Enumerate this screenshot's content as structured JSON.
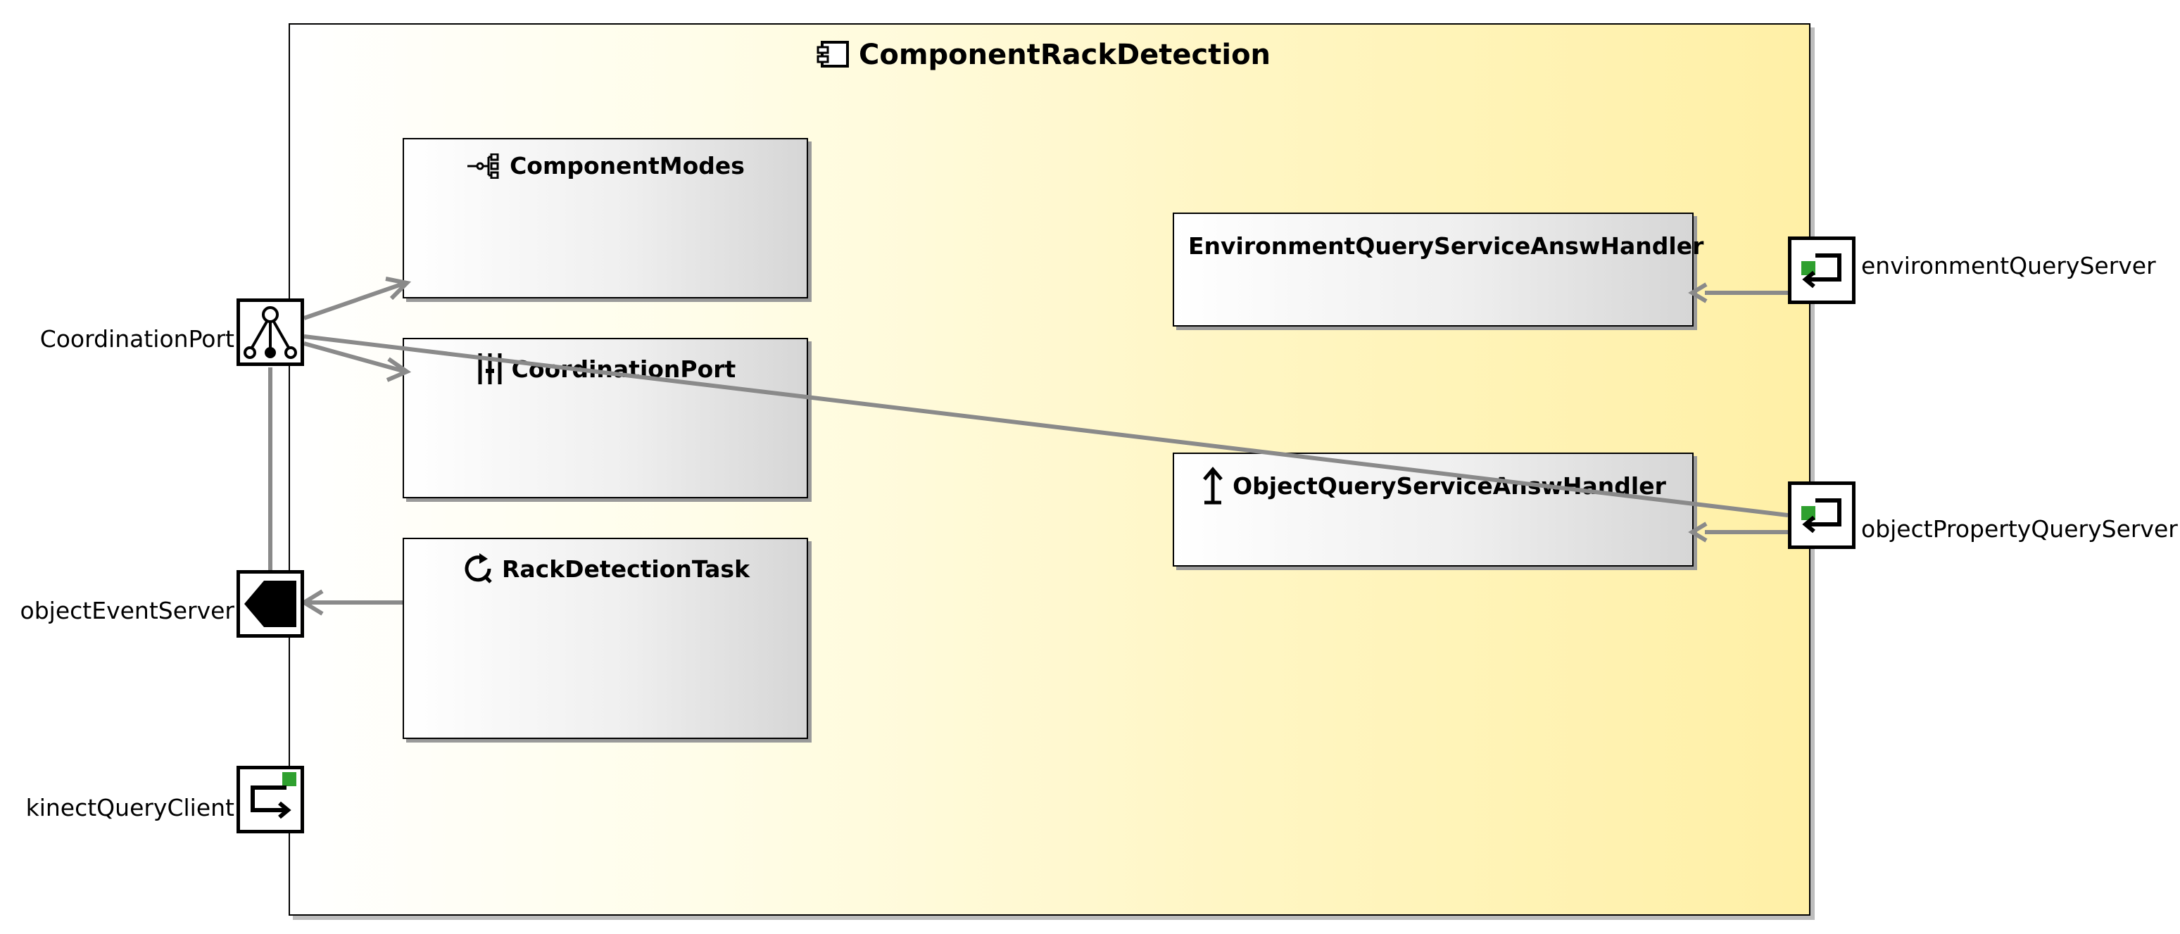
{
  "component": {
    "title": "ComponentRackDetection",
    "icon": "component-icon"
  },
  "boxes": {
    "component_modes": {
      "label": "ComponentModes",
      "icon": "modes-tree-icon"
    },
    "coordination_port_box": {
      "label": "CoordinationPort",
      "icon": "parameter-sliders-icon"
    },
    "rack_detection_task": {
      "label": "RackDetectionTask",
      "icon": "task-loop-icon"
    },
    "environment_handler": {
      "label": "EnvironmentQueryServiceAnswHandler",
      "icon": "handler-up-arrow-icon"
    },
    "object_handler": {
      "label": "ObjectQueryServiceAnswHandler",
      "icon": "handler-up-arrow-icon"
    }
  },
  "ports": {
    "coordination_port": {
      "label": "CoordinationPort",
      "icon": "coordination-port-icon"
    },
    "object_event_server": {
      "label": "objectEventServer",
      "icon": "event-server-icon"
    },
    "kinect_query_client": {
      "label": "kinectQueryClient",
      "icon": "query-client-icon"
    },
    "environment_query_server": {
      "label": "environmentQueryServer",
      "icon": "query-server-icon"
    },
    "object_property_query_server": {
      "label": "objectPropertyQueryServer",
      "icon": "query-server-icon"
    }
  },
  "colors": {
    "component_fill": "#fff0a6",
    "connector": "#8a8a8a",
    "port_green": "#2fa02f"
  }
}
